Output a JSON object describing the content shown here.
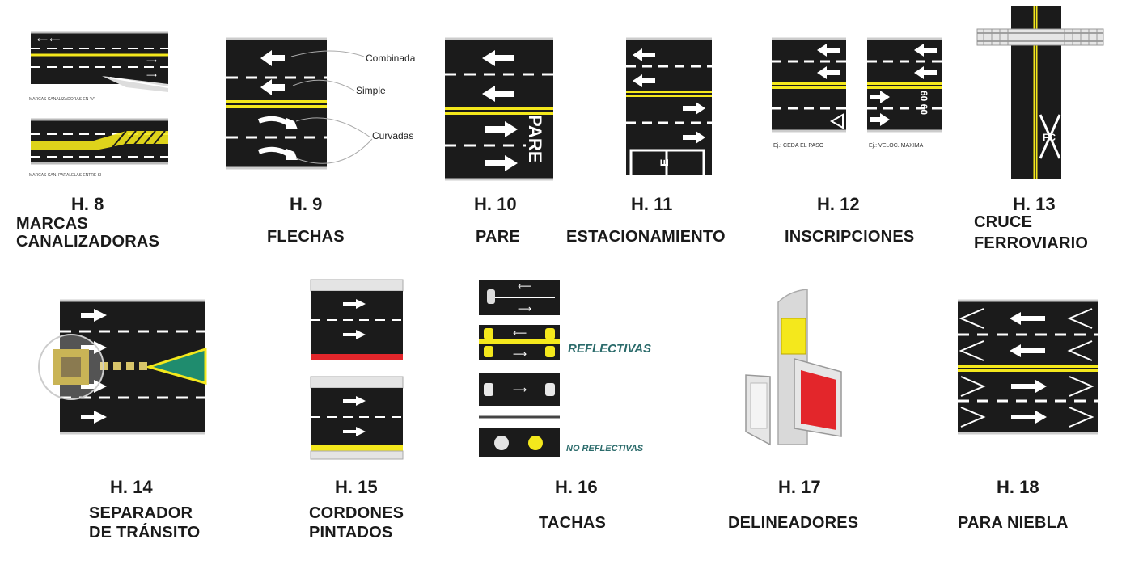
{
  "figures": [
    {
      "id": "h8",
      "number": "H. 8",
      "title_lines": [
        "MARCAS",
        "CANALIZADORAS"
      ],
      "captions": [
        "MARCAS CANALIZADORAS EN \"V\"",
        "MARCAS CAN. PARALELAS ENTRE SI"
      ]
    },
    {
      "id": "h9",
      "number": "H. 9",
      "title_lines": [
        "FLECHAS"
      ],
      "callouts": [
        "Combinada",
        "Simple",
        "Curvadas"
      ]
    },
    {
      "id": "h10",
      "number": "H. 10",
      "title_lines": [
        "PARE"
      ],
      "road_text": "PARE"
    },
    {
      "id": "h11",
      "number": "H. 11",
      "title_lines": [
        "ESTACIONAMIENTO"
      ],
      "road_text": "E"
    },
    {
      "id": "h12",
      "number": "H. 12",
      "title_lines": [
        "INSCRIPCIONES"
      ],
      "captions": [
        "Ej.: CEDA EL PASO",
        "Ej.: VELOC. MAXIMA"
      ],
      "road_text": "60 60"
    },
    {
      "id": "h13",
      "number": "H. 13",
      "title_lines": [
        "CRUCE",
        "FERROVIARIO"
      ],
      "road_text": "FC"
    },
    {
      "id": "h14",
      "number": "H. 14",
      "title_lines": [
        "SEPARADOR",
        "DE TRÁNSITO"
      ]
    },
    {
      "id": "h15",
      "number": "H. 15",
      "title_lines": [
        "CORDONES",
        "PINTADOS"
      ]
    },
    {
      "id": "h16",
      "number": "H. 16",
      "title_lines": [
        "TACHAS"
      ],
      "callouts": [
        "REFLECTIVAS",
        "NO REFLECTIVAS"
      ]
    },
    {
      "id": "h17",
      "number": "H. 17",
      "title_lines": [
        "DELINEADORES"
      ]
    },
    {
      "id": "h18",
      "number": "H. 18",
      "title_lines": [
        "PARA NIEBLA"
      ]
    }
  ],
  "colors": {
    "asphalt": "#1b1b1b",
    "yellow": "#f4e81c",
    "red": "#e3262b",
    "green": "#1f8c6e",
    "white": "#ffffff"
  }
}
